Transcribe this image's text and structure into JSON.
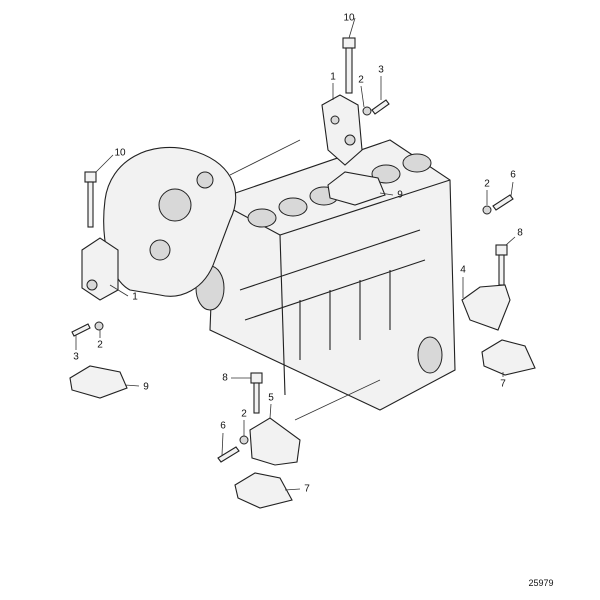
{
  "diagram": {
    "reference_number": "25979",
    "callouts": [
      {
        "id": "c1",
        "label": "10"
      },
      {
        "id": "c2",
        "label": "1"
      },
      {
        "id": "c3",
        "label": "2"
      },
      {
        "id": "c4",
        "label": "3"
      },
      {
        "id": "c5",
        "label": "9"
      },
      {
        "id": "c6",
        "label": "10"
      },
      {
        "id": "c7",
        "label": "1"
      },
      {
        "id": "c8",
        "label": "3"
      },
      {
        "id": "c9",
        "label": "2"
      },
      {
        "id": "c10",
        "label": "9"
      },
      {
        "id": "c11",
        "label": "2"
      },
      {
        "id": "c12",
        "label": "6"
      },
      {
        "id": "c13",
        "label": "8"
      },
      {
        "id": "c14",
        "label": "4"
      },
      {
        "id": "c15",
        "label": "7"
      },
      {
        "id": "c16",
        "label": "8"
      },
      {
        "id": "c17",
        "label": "2"
      },
      {
        "id": "c18",
        "label": "5"
      },
      {
        "id": "c19",
        "label": "6"
      },
      {
        "id": "c20",
        "label": "7"
      }
    ]
  }
}
